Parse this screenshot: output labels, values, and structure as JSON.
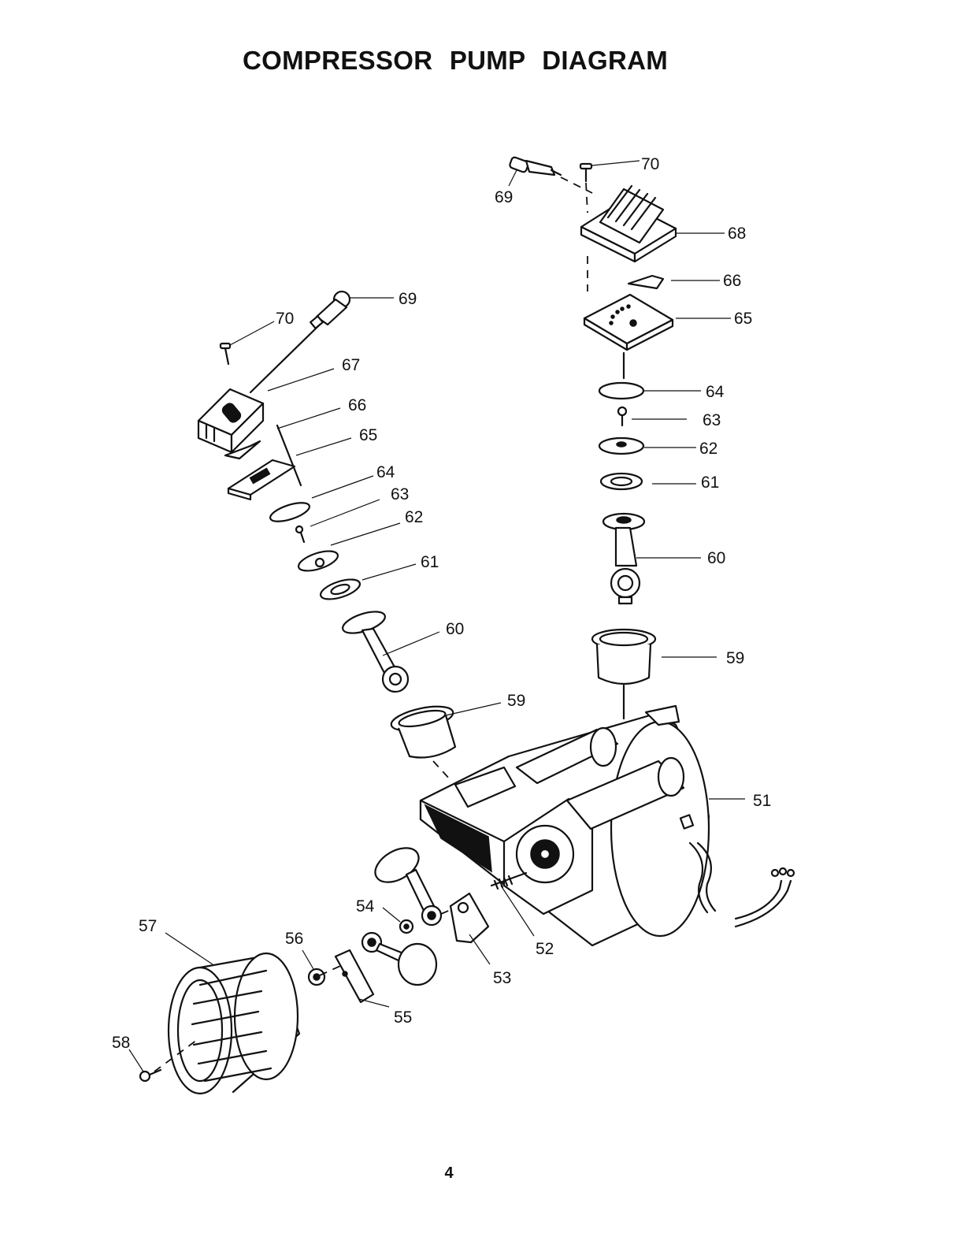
{
  "page": {
    "title": "COMPRESSOR PUMP DIAGRAM",
    "page_number": "4"
  },
  "labels": {
    "p51": "51",
    "p52": "52",
    "p53": "53",
    "p54": "54",
    "p55": "55",
    "p56": "56",
    "p57": "57",
    "p58": "58",
    "p59": "59",
    "p60": "60",
    "p61": "61",
    "p62": "62",
    "p63": "63",
    "p64": "64",
    "p65": "65",
    "p66": "66",
    "p67": "67",
    "p68": "68",
    "p69": "69",
    "p70": "70"
  }
}
